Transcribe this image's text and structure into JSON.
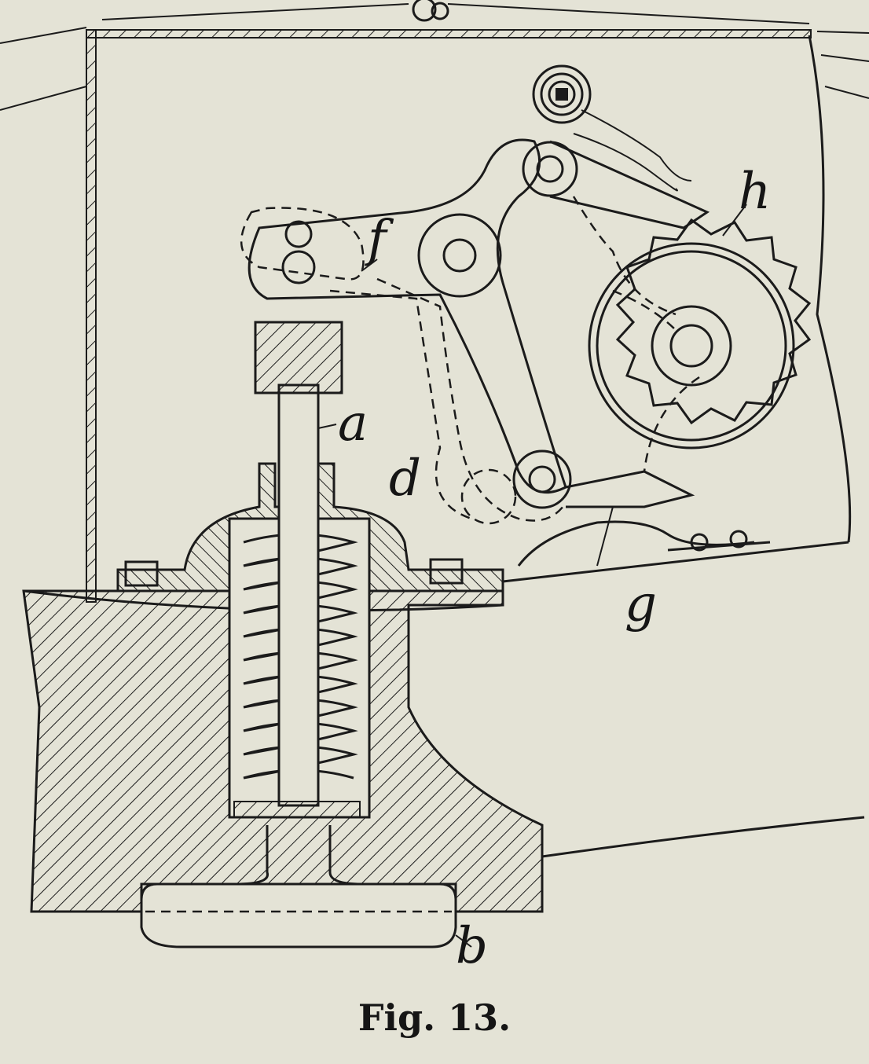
{
  "figure": {
    "caption": "Fig. 13.",
    "labels": {
      "a": "a",
      "b": "b",
      "d": "d",
      "f": "f",
      "g": "g",
      "h": "h"
    }
  },
  "colors": {
    "paper": "#e4e3d6",
    "ink": "#1b1b1b"
  }
}
